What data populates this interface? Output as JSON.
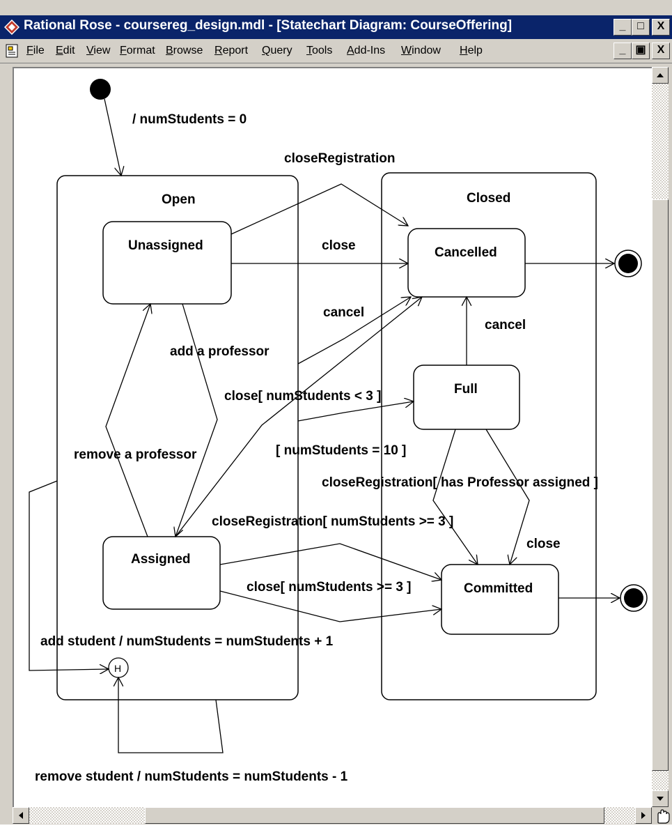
{
  "window": {
    "title": "Rational Rose - coursereg_design.mdl - [Statechart Diagram: CourseOffering]",
    "controls": {
      "minimize": "_",
      "maximize": "□",
      "close": "X",
      "restore": "▣"
    }
  },
  "menu": {
    "items": [
      "File",
      "Edit",
      "View",
      "Format",
      "Browse",
      "Report",
      "Query",
      "Tools",
      "Add-Ins",
      "Window",
      "Help"
    ]
  },
  "diagram": {
    "initial_transition": "/ numStudents = 0",
    "composite_states": {
      "open": "Open",
      "closed": "Closed"
    },
    "states": {
      "unassigned": "Unassigned",
      "assigned": "Assigned",
      "cancelled": "Cancelled",
      "full": "Full",
      "committed": "Committed"
    },
    "history": "H",
    "transitions": {
      "close_registration_top": "closeRegistration",
      "close_unassigned": "close",
      "cancel_open": "cancel",
      "cancel_full": "cancel",
      "add_professor": "add a professor",
      "remove_professor": "remove a professor",
      "close_lt3": "close[ numStudents < 3 ]",
      "num_students_10": "[ numStudents = 10 ]",
      "close_reg_has_prof": "closeRegistration[ has Professor assigned ]",
      "close_reg_ge3": "closeRegistration[ numStudents >= 3 ]",
      "close_full": "close",
      "close_ge3": "close[ numStudents >= 3 ]",
      "add_student": "add student / numStudents = numStudents + 1",
      "remove_student": "remove student / numStudents = numStudents - 1"
    }
  },
  "colors": {
    "titlebar": "#0a246a",
    "chrome": "#d4d0c8"
  }
}
